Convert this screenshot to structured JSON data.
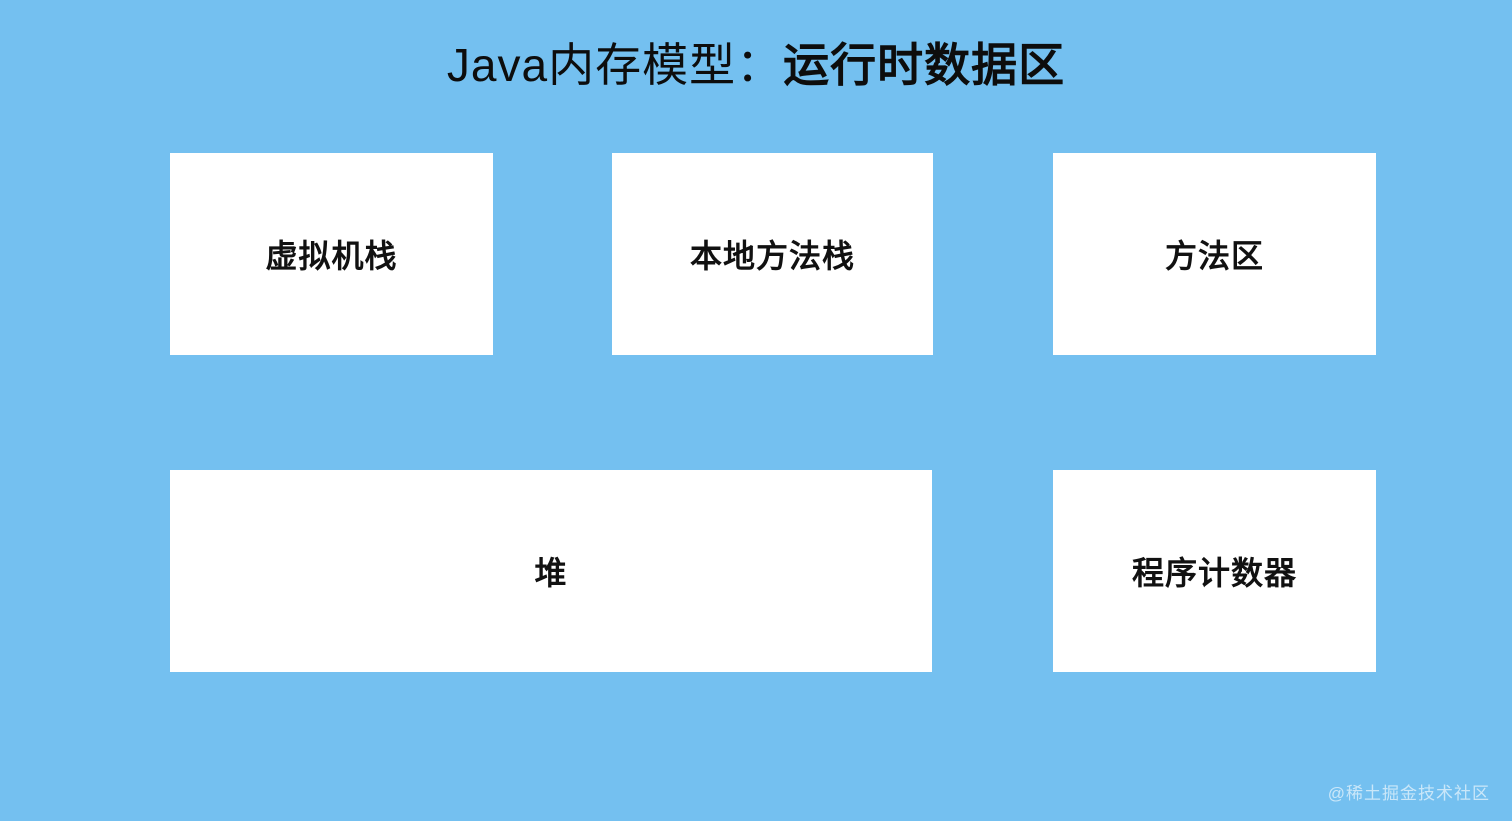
{
  "colors": {
    "background": "#74C0F0",
    "box_fill": "#FFFFFF",
    "box_text": "#111111",
    "title_text": "#0D0D0D",
    "watermark_text": "rgba(255,255,255,0.62)"
  },
  "title": {
    "prefix": "Java内存模型：",
    "emphasis": "运行时数据区"
  },
  "boxes": [
    {
      "id": "virtual-machine-stack",
      "label": "虚拟机栈"
    },
    {
      "id": "native-method-stack",
      "label": "本地方法栈"
    },
    {
      "id": "method-area",
      "label": "方法区"
    },
    {
      "id": "heap",
      "label": "堆"
    },
    {
      "id": "program-counter",
      "label": "程序计数器"
    }
  ],
  "watermark": {
    "text": "@稀土掘金技术社区"
  }
}
